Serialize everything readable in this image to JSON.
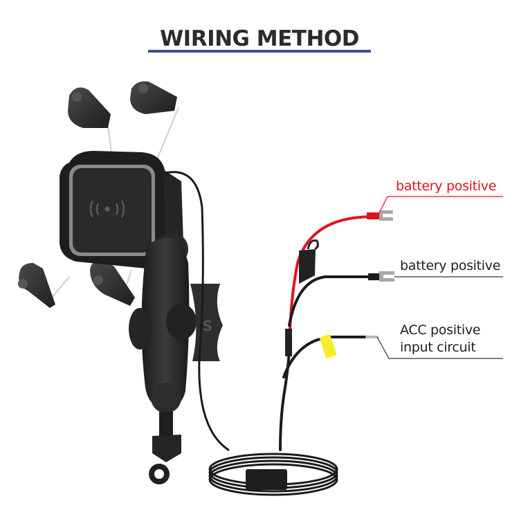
{
  "header": {
    "title": "WIRING METHOD",
    "underline_color": "#3a4ea0"
  },
  "callouts": [
    {
      "id": "red-terminal",
      "text": "battery positive",
      "color": "#e0141c"
    },
    {
      "id": "black-terminal",
      "text": "battery positive",
      "color": "#1e1e1e"
    },
    {
      "id": "acc-wire",
      "line1": "ACC positive",
      "line2": "input circuit",
      "color": "#1e1e1e"
    }
  ],
  "product": {
    "parts": [
      "phone-holder-x-clamp",
      "wireless-charging-pad",
      "ball-mount-arm",
      "tightening-knob",
      "mirror-mount-bracket",
      "cable-coil",
      "inline-fuse",
      "yellow-acc-tag"
    ],
    "colors": {
      "body": "#2a2a2a",
      "red_wire": "#e0141c",
      "tag": "#f4ee2a"
    }
  }
}
